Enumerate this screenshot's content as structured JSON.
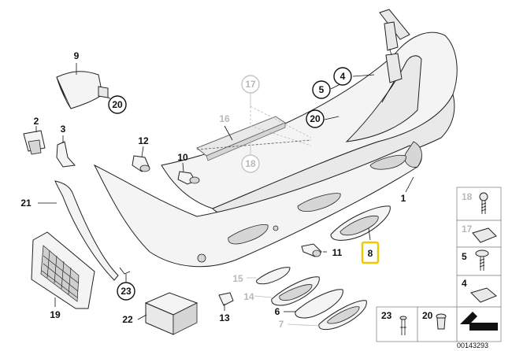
{
  "diagram": {
    "callouts": {
      "c1": "1",
      "c2": "2",
      "c3": "3",
      "c4": "4",
      "c5": "5",
      "c6": "6",
      "c7": "7",
      "c8": "8",
      "c9": "9",
      "c10": "10",
      "c11": "11",
      "c12": "12",
      "c13": "13",
      "c14": "14",
      "c15": "15",
      "c16": "16",
      "c17": "17",
      "c18": "18",
      "c19": "19",
      "c20a": "20",
      "c20b": "20",
      "c21": "21",
      "c22": "22",
      "c23": "23"
    },
    "legend": {
      "r18": "18",
      "r17": "17",
      "r5": "5",
      "r4": "4",
      "b23": "23",
      "b20": "20"
    },
    "drawing_code": "00143293",
    "highlight_label": "8",
    "colors": {
      "highlight": "#f0c800",
      "faded": "#b9b9b9",
      "ink": "#111111"
    }
  }
}
